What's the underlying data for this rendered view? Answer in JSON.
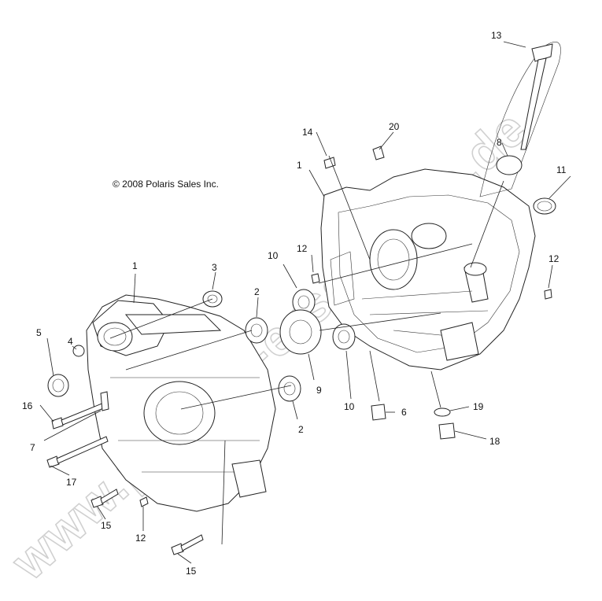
{
  "copyright": "© 2008 Polaris Sales Inc.",
  "watermark": "www.polaris-ersatzteile.de",
  "callouts": [
    {
      "id": "c13",
      "text": "13"
    },
    {
      "id": "c14",
      "text": "14"
    },
    {
      "id": "c20",
      "text": "20"
    },
    {
      "id": "c8",
      "text": "8"
    },
    {
      "id": "c11",
      "text": "11"
    },
    {
      "id": "c1r",
      "text": "1"
    },
    {
      "id": "c10t",
      "text": "10"
    },
    {
      "id": "c12t",
      "text": "12"
    },
    {
      "id": "c12r",
      "text": "12"
    },
    {
      "id": "c1l",
      "text": "1"
    },
    {
      "id": "c3",
      "text": "3"
    },
    {
      "id": "c2t",
      "text": "2"
    },
    {
      "id": "c4",
      "text": "4"
    },
    {
      "id": "c5",
      "text": "5"
    },
    {
      "id": "c9",
      "text": "9"
    },
    {
      "id": "c10b",
      "text": "10"
    },
    {
      "id": "c6",
      "text": "6"
    },
    {
      "id": "c19",
      "text": "19"
    },
    {
      "id": "c16",
      "text": "16"
    },
    {
      "id": "c2b",
      "text": "2"
    },
    {
      "id": "c7",
      "text": "7"
    },
    {
      "id": "c18",
      "text": "18"
    },
    {
      "id": "c17",
      "text": "17"
    },
    {
      "id": "c15t",
      "text": "15"
    },
    {
      "id": "c12b",
      "text": "12"
    },
    {
      "id": "c15b",
      "text": "15"
    }
  ]
}
